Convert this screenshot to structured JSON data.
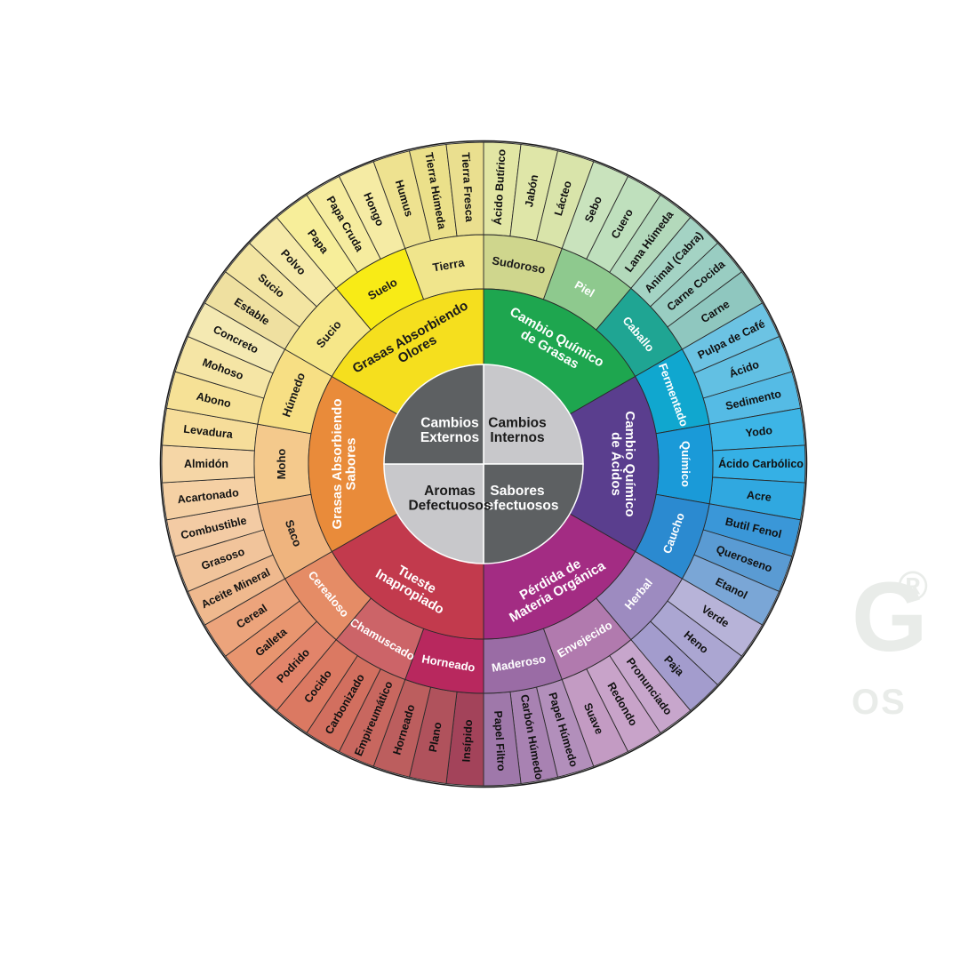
{
  "wheel": {
    "center": [
      {
        "lines": [
          "Cambios",
          "Internos"
        ],
        "color": "#c8c8cb",
        "text_color": "#1a1a1a"
      },
      {
        "lines": [
          "Sabores",
          "Defectuosos"
        ],
        "color": "#5d6062",
        "text_color": "#ffffff"
      },
      {
        "lines": [
          "Aromas",
          "Defectuosos"
        ],
        "color": "#c8c8cb",
        "text_color": "#1a1a1a"
      },
      {
        "lines": [
          "Cambios",
          "Externos"
        ],
        "color": "#5d6062",
        "text_color": "#ffffff"
      }
    ],
    "groups": [
      {
        "lines": [
          "Cambio Químico",
          "de Grasas"
        ],
        "color": "#1ea64f",
        "text_color": "#ffffff",
        "categories": [
          {
            "label": "Sudoroso",
            "color": "#cfd68d",
            "text_color": "#1a1a1a",
            "terms": [
              {
                "label": "Ácido Butírico",
                "color": "#e2e6a4"
              },
              {
                "label": "Jabón",
                "color": "#dfe6a8"
              },
              {
                "label": "Lácteo",
                "color": "#d9e4aa"
              }
            ]
          },
          {
            "label": "Piel",
            "color": "#8ec98e",
            "text_color": "#ffffff",
            "terms": [
              {
                "label": "Sebo",
                "color": "#c9e3bd"
              },
              {
                "label": "Cuero",
                "color": "#bfe0bd"
              },
              {
                "label": "Lana Húmeda",
                "color": "#b3d9bb"
              }
            ]
          },
          {
            "label": "Caballo",
            "color": "#1fa593",
            "text_color": "#ffffff",
            "terms": [
              {
                "label": "Animal (Cabra)",
                "color": "#a4d3c4"
              },
              {
                "label": "Carne Cocida",
                "color": "#99cdc2"
              },
              {
                "label": "Carne",
                "color": "#8fc7bf"
              }
            ]
          }
        ]
      },
      {
        "lines": [
          "Cambio Químico",
          "de Ácidos"
        ],
        "color": "#5a3e8e",
        "text_color": "#ffffff",
        "categories": [
          {
            "label": "Fermentado",
            "color": "#10a7cf",
            "text_color": "#ffffff",
            "terms": [
              {
                "label": "Pulpa de Café",
                "color": "#6cc3e3"
              },
              {
                "label": "Ácido",
                "color": "#62c0e3"
              },
              {
                "label": "Sedimento",
                "color": "#55bbe5"
              }
            ]
          },
          {
            "label": "Químico",
            "color": "#1a9ad8",
            "text_color": "#ffffff",
            "terms": [
              {
                "label": "Yodo",
                "color": "#3db5e6"
              },
              {
                "label": "Ácido Carbólico",
                "color": "#35b0e5"
              },
              {
                "label": "Acre",
                "color": "#30a8e0"
              }
            ]
          },
          {
            "label": "Caucho",
            "color": "#2b8ad0",
            "text_color": "#ffffff",
            "terms": [
              {
                "label": "Butil Fenol",
                "color": "#3a97d8"
              },
              {
                "label": "Queroseno",
                "color": "#5a9bd3"
              },
              {
                "label": "Etanol",
                "color": "#7aa6d6"
              }
            ]
          }
        ]
      },
      {
        "lines": [
          "Pérdida de",
          "Materia Orgánica"
        ],
        "color": "#a32c83",
        "text_color": "#ffffff",
        "categories": [
          {
            "label": "Herbal",
            "color": "#9d8bc0",
            "text_color": "#ffffff",
            "terms": [
              {
                "label": "Verde",
                "color": "#b7b3d8"
              },
              {
                "label": "Heno",
                "color": "#aba6d2"
              },
              {
                "label": "Paja",
                "color": "#a39ccd"
              }
            ]
          },
          {
            "label": "Envejecido",
            "color": "#b17aae",
            "text_color": "#ffffff",
            "terms": [
              {
                "label": "Pronunciado",
                "color": "#c7a6cc"
              },
              {
                "label": "Redondo",
                "color": "#c8a3c9"
              },
              {
                "label": "Suave",
                "color": "#c39bc3"
              }
            ]
          },
          {
            "label": "Maderoso",
            "color": "#9a6ca5",
            "text_color": "#ffffff",
            "terms": [
              {
                "label": "Papel Húmedo",
                "color": "#b28fbb"
              },
              {
                "label": "Carbón Húmedo",
                "color": "#a882b2"
              },
              {
                "label": "Papel Filtro",
                "color": "#9f78aa"
              }
            ]
          }
        ]
      },
      {
        "lines": [
          "Tueste",
          "Inapropiado"
        ],
        "color": "#c23a4d",
        "text_color": "#ffffff",
        "categories": [
          {
            "label": "Horneado",
            "color": "#b8285e",
            "text_color": "#ffffff",
            "terms": [
              {
                "label": "Insípido",
                "color": "#a3435a"
              },
              {
                "label": "Plano",
                "color": "#b0525c"
              },
              {
                "label": "Horneado",
                "color": "#bc5e5e"
              }
            ]
          },
          {
            "label": "Chamuscado",
            "color": "#cc6468",
            "text_color": "#ffffff",
            "terms": [
              {
                "label": "Empireumático",
                "color": "#c8675f"
              },
              {
                "label": "Carbonizado",
                "color": "#d26f5f"
              },
              {
                "label": "Cocido",
                "color": "#db7962"
              }
            ]
          },
          {
            "label": "Cerealoso",
            "color": "#e58c66",
            "text_color": "#ffffff",
            "terms": [
              {
                "label": "Podrido",
                "color": "#e2846a"
              },
              {
                "label": "Galleta",
                "color": "#e8956f"
              },
              {
                "label": "Cereal",
                "color": "#eca47c"
              }
            ]
          }
        ]
      },
      {
        "lines": [
          "Grasas Absorbiendo",
          "Sabores"
        ],
        "color": "#e98b3a",
        "text_color": "#ffffff",
        "categories": [
          {
            "label": "Saco",
            "color": "#efb47e",
            "text_color": "#1a1a1a",
            "terms": [
              {
                "label": "Aceite Mineral",
                "color": "#efb98e"
              },
              {
                "label": "Grasoso",
                "color": "#f1c49b"
              },
              {
                "label": "Combustible",
                "color": "#f3cba4"
              }
            ]
          },
          {
            "label": "Moho",
            "color": "#f4c98c",
            "text_color": "#1a1a1a",
            "terms": [
              {
                "label": "Acartonado",
                "color": "#f5d0a4"
              },
              {
                "label": "Almidón",
                "color": "#f5d6a6"
              },
              {
                "label": "Levadura",
                "color": "#f6dd9a"
              }
            ]
          },
          {
            "label": "Húmedo",
            "color": "#f7df84",
            "text_color": "#1a1a1a",
            "terms": [
              {
                "label": "Abono",
                "color": "#f6e196"
              },
              {
                "label": "Mohoso",
                "color": "#f5e5a5"
              },
              {
                "label": "Concreto",
                "color": "#f4e9b2"
              }
            ]
          }
        ]
      },
      {
        "lines": [
          "Grasas Absorbiendo",
          "Olores"
        ],
        "color": "#f5df1e",
        "text_color": "#1a1a1a",
        "categories": [
          {
            "label": "Sucio",
            "color": "#f6e789",
            "text_color": "#1a1a1a",
            "terms": [
              {
                "label": "Estable",
                "color": "#efe0a0"
              },
              {
                "label": "Sucio",
                "color": "#f3e5a2"
              },
              {
                "label": "Polvo",
                "color": "#f6eaa9"
              }
            ]
          },
          {
            "label": "Suelo",
            "color": "#f8eb16",
            "text_color": "#1a1a1a",
            "terms": [
              {
                "label": "Papa",
                "color": "#f7ee9a"
              },
              {
                "label": "Papa Cruda",
                "color": "#f6ec9f"
              },
              {
                "label": "Hongo",
                "color": "#f5eba4"
              }
            ]
          },
          {
            "label": "Tierra",
            "color": "#f0e58c",
            "text_color": "#1a1a1a",
            "terms": [
              {
                "label": "Humus",
                "color": "#eee290"
              },
              {
                "label": "Tierra Húmeda",
                "color": "#ebe08a"
              },
              {
                "label": "Tierra Fresca",
                "color": "#eadf8f"
              }
            ]
          }
        ]
      }
    ]
  },
  "watermark": {
    "mark": "G",
    "registered": "®",
    "text": "OS"
  }
}
